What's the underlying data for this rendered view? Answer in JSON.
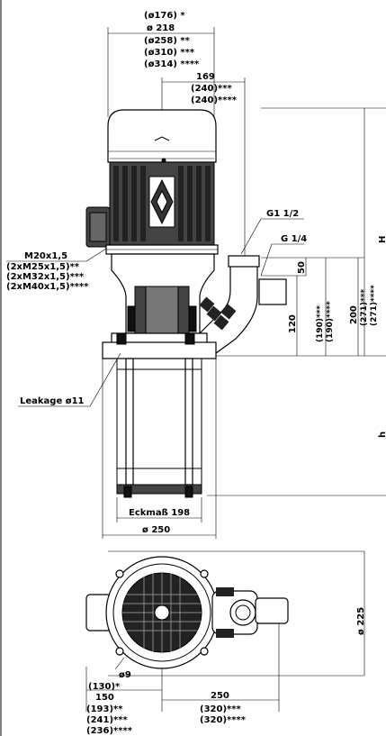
{
  "top_view_dims": {
    "d176": "(ø176) *",
    "d218": "ø 218",
    "d258": "(ø258) **",
    "d310": "(ø310) ***",
    "d314": "(ø314) ****",
    "w169": "169",
    "w240a": "(240)***",
    "w240b": "(240)****"
  },
  "connections": {
    "g1_2": "G1 1/2",
    "g1_4": "G 1/4"
  },
  "cable_glands": {
    "m20": "M20x1,5",
    "m25": "(2xM25x1,5)**",
    "m32": "(2xM32x1,5)***",
    "m40": "(2xM40x1,5)****"
  },
  "vertical_dims": {
    "h": "H",
    "h_small": "h",
    "v50": "50",
    "v120": "120",
    "v190a": "(190)***",
    "v190b": "(190)****",
    "v200": "200",
    "v271a": "(271)***",
    "v271b": "(271)****"
  },
  "base_labels": {
    "leakage": "Leakage ø11",
    "eckmass": "Eckmaß 198",
    "d250": "ø 250"
  },
  "plan_view": {
    "d225": "ø 225",
    "d9": "ø9",
    "l130": "(130)*",
    "l150": "150",
    "l193": "(193)**",
    "l241": "(241)***",
    "l236": "(236)****",
    "l250": "250",
    "l320a": "(320)***",
    "l320b": "(320)****"
  }
}
